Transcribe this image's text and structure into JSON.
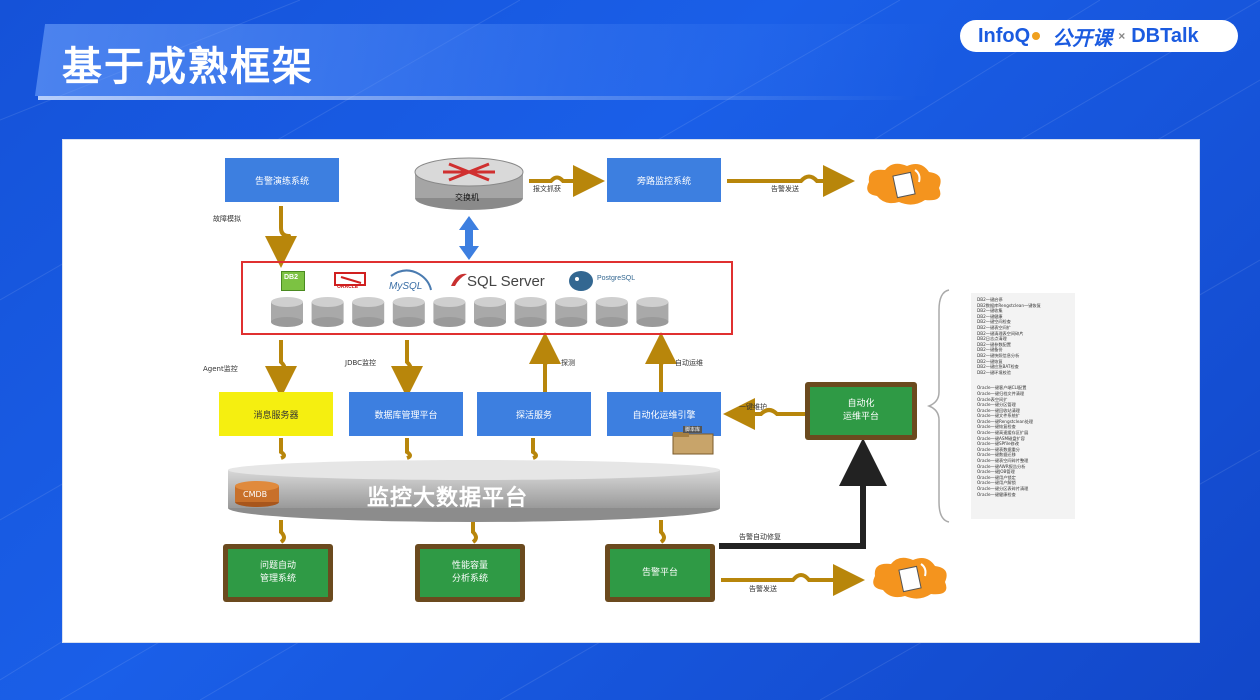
{
  "slide": {
    "title": "基于成熟框架",
    "logo": {
      "brand": "InfoQ",
      "course": "公开课",
      "x": "×",
      "partner": "DBTalk"
    }
  },
  "diagram": {
    "top": {
      "alarm_drill": "告警演练系统",
      "switch": "交换机",
      "bypass_monitor": "旁路监控系统",
      "label_fault_sim": "故障模拟",
      "label_packet_capture": "报文抓获",
      "label_alert_send_top": "告警发送"
    },
    "databases": {
      "logos": [
        "DB2",
        "ORACLE",
        "MySQL",
        "SQL Server",
        "PostgreSQL"
      ],
      "cylinder_count": 10
    },
    "middle": {
      "label_agent": "Agent监控",
      "label_jdbc": "JDBC监控",
      "label_probe": "探测",
      "label_auto_ops": "自动运维",
      "message_server": "消息服务器",
      "db_mgmt_platform": "数据库管理平台",
      "probe_service": "探活服务",
      "auto_ops_engine": "自动化运维引擎",
      "script_lib": "脚本库",
      "label_one_click": "一键维护"
    },
    "platform": {
      "name": "监控大数据平台",
      "cmdb": "CMDB"
    },
    "bottom": {
      "problem_auto_mgmt": [
        "问题自动",
        "管理系统"
      ],
      "perf_capacity": [
        "性能容量",
        "分析系统"
      ],
      "alert_platform": "告警平台",
      "label_auto_repair": "告警自动修复",
      "label_alert_send_bottom": "告警发送"
    },
    "auto_ops_platform": [
      "自动化",
      "运维平台"
    ],
    "task_list": {
      "db2": [
        "DB2一键启停",
        "DB2数据库Rengstclean一键恢复",
        "DB2一键收集",
        "DB2一键健康",
        "DB2一键空间检查",
        "DB2一键表空间扩",
        "DB2一键清理表空间碎片",
        "DB2日志点清理",
        "DB2一键参数配置",
        "DB2一键备份",
        "DB2一键快照信息分析",
        "DB2一键恢复",
        "DB2一键应急BAT检查",
        "DB2一键环境校验"
      ],
      "oracle": [
        "Oracle一键客户端CLI配置",
        "Oracle一键归档文件清理",
        "Oracle表空间扩",
        "Oracle一键分区管理",
        "Oracle一键回收站清理",
        "Oracle一键文件系统扩",
        "Oracle一键Rengstclean处理",
        "Oracle一键恢复检查",
        "Oracle一键高速缓存区扩展",
        "Oracle一键ASM磁盘扩容",
        "Oracle一键SPfile修改",
        "Oracle一键表数据重分",
        "Oracle一键数据迁移",
        "Oracle一键表空间碎片整理",
        "Oracle一键AWR报告分析",
        "Oracle一键JOB管理",
        "Oracle一键用户锁定",
        "Oracle一键用户解锁",
        "Oracle一键分区表碎片清理",
        "Oracle一键健康检查"
      ]
    }
  }
}
